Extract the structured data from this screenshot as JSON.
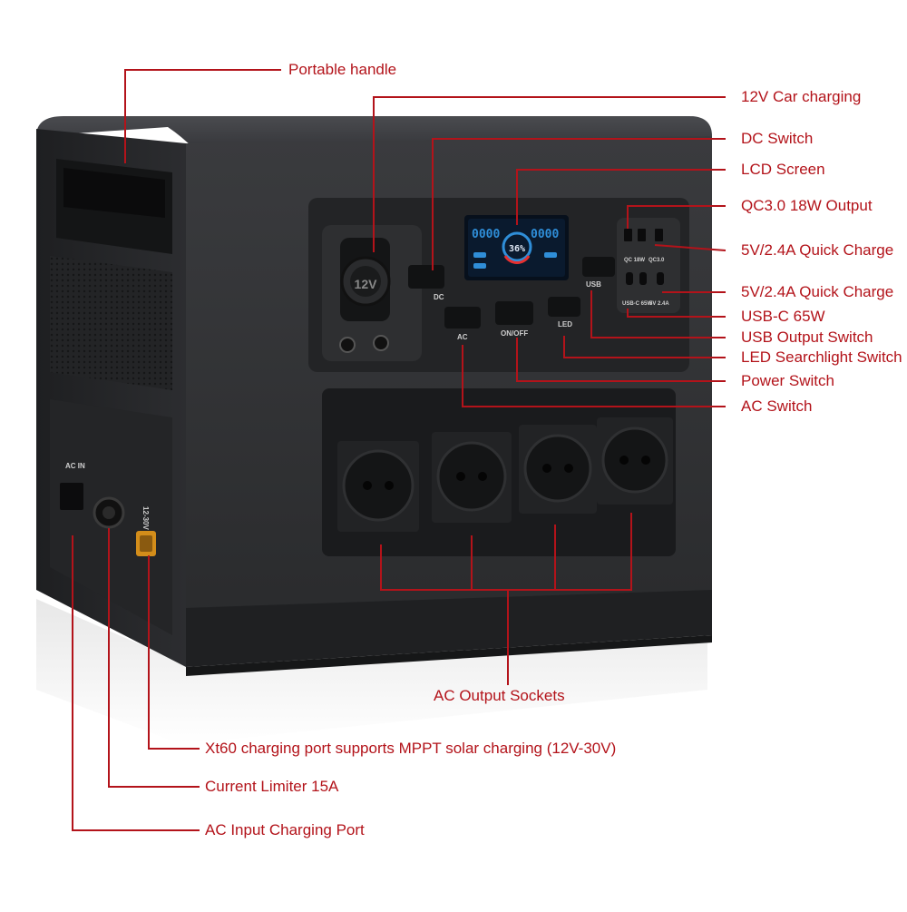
{
  "image": {
    "subject": "Portable power station with labeled features"
  },
  "device": {
    "button_labels": {
      "dc": "DC",
      "ac": "AC",
      "on_off": "ON/OFF",
      "led": "LED",
      "usb": "USB"
    },
    "side_labels": {
      "ac_in": "AC IN",
      "voltage_range": "12-30V"
    },
    "socket_12v": "12V",
    "usb_port_labels": {
      "qc": "QC 18W",
      "qc3": "QC3.0",
      "usb_c": "USB-C 65W",
      "usb_5v": "5V 2.4A"
    },
    "lcd": {
      "percent": "36%",
      "left_value": "0000",
      "right_value": "0000"
    }
  },
  "callouts": {
    "portable_handle": "Portable handle",
    "car_charging": "12V Car charging",
    "dc_switch": "DC Switch",
    "lcd_screen": "LCD Screen",
    "qc_output": "QC3.0 18W Output",
    "quick_charge_1": "5V/2.4A Quick Charge",
    "quick_charge_2": "5V/2.4A Quick Charge",
    "usb_c": "USB-C  65W",
    "usb_output_switch": "USB Output Switch",
    "led_switch": "LED Searchlight Switch",
    "power_switch": "Power Switch",
    "ac_switch": "AC Switch",
    "ac_output_sockets": "AC Output Sockets",
    "xt60": "Xt60 charging port supports MPPT solar charging (12V-30V)",
    "current_limiter": "Current Limiter 15A",
    "ac_input": "AC Input Charging Port"
  },
  "colors": {
    "callout_red": "#b3131a",
    "body": "#2d2e30",
    "lcd_blue": "#2f8ed8"
  }
}
